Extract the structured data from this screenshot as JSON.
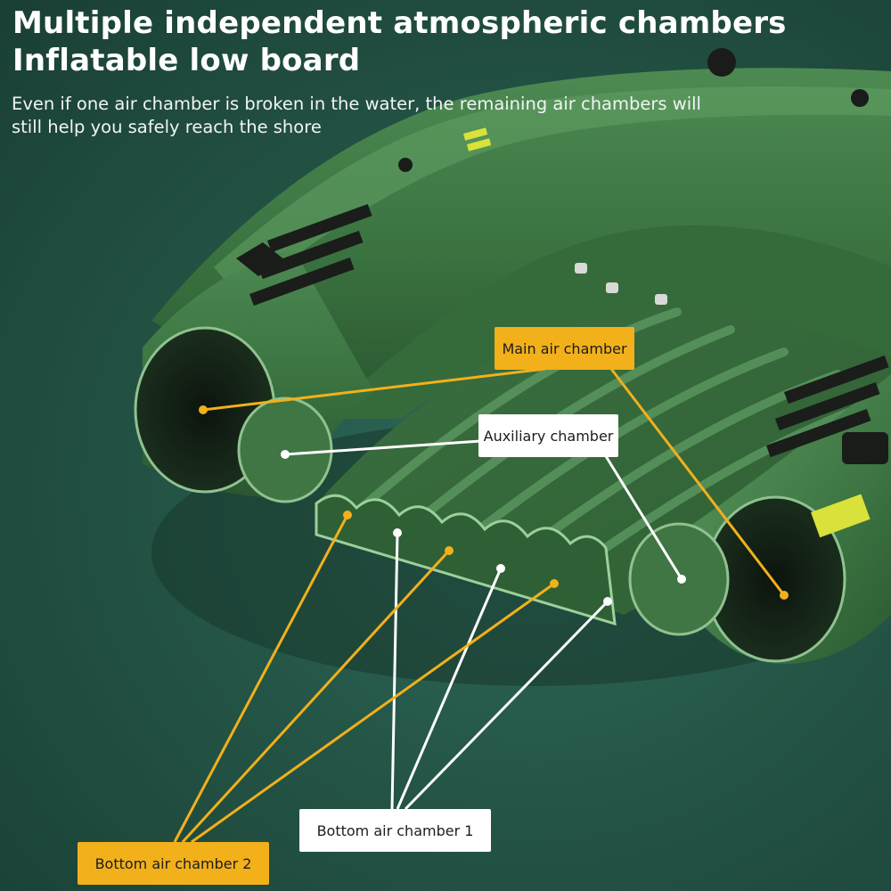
{
  "headline": {
    "line1": "Multiple independent atmospheric chambers",
    "line2": "Inflatable low board"
  },
  "description": "Even if one air chamber is broken in the water, the remaining air chambers will still help you safely reach the shore",
  "callouts": {
    "main_air_chamber": "Main air chamber",
    "auxiliary_chamber": "Auxiliary chamber",
    "bottom_air_chamber_1": "Bottom air chamber 1",
    "bottom_air_chamber_2": "Bottom air chamber 2"
  },
  "colors": {
    "background": "#245546",
    "hull": "#3f7a45",
    "hull_dark": "#2c5a31",
    "accent_yellow": "#f2b01b",
    "decal_yellow": "#d9e23a",
    "leader_white": "#ffffff"
  },
  "icons": [
    "air-valve-icon",
    "oar-lock-icon",
    "handle-icon"
  ]
}
